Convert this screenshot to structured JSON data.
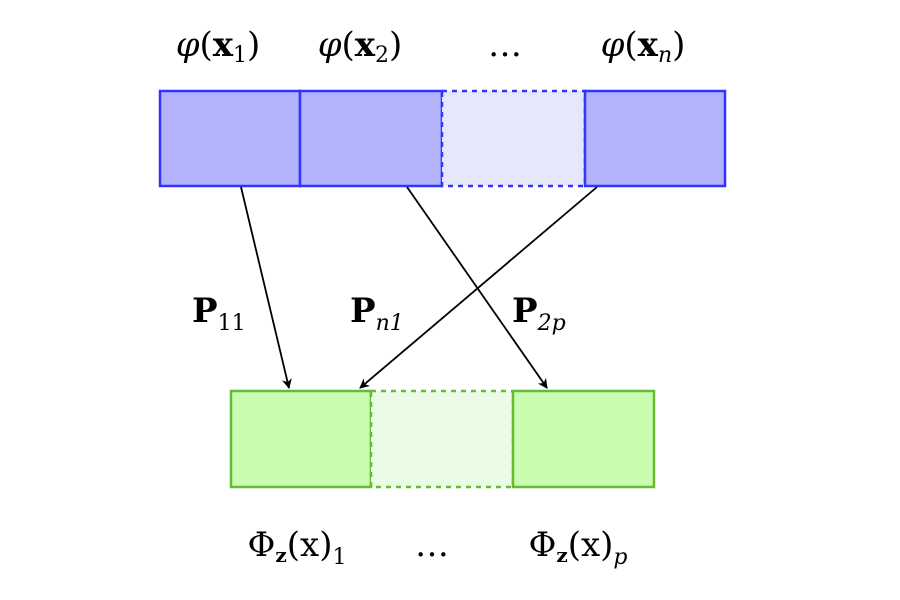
{
  "colors": {
    "blue_stroke": "#3333ff",
    "blue_fill": "#b3b3fc",
    "blue_fill_light": "#e6e6fc",
    "green_stroke": "#66bb33",
    "green_fill": "#c9fcb0",
    "green_fill_light": "#ebfce6",
    "arrow": "#000000"
  },
  "top_labels": [
    {
      "fn": "φ",
      "open": "(",
      "var": "x",
      "sub": "1",
      "close": ")"
    },
    {
      "fn": "φ",
      "open": "(",
      "var": "x",
      "sub": "2",
      "close": ")"
    },
    {
      "text": "…"
    },
    {
      "fn": "φ",
      "open": "(",
      "var": "x",
      "sub": "n",
      "close": ")"
    }
  ],
  "arrow_labels": [
    {
      "main": "P",
      "sub": "11"
    },
    {
      "main": "P",
      "sub": "n1"
    },
    {
      "main": "P",
      "sub": "2p"
    }
  ],
  "bottom_labels": [
    {
      "fn": "Φ",
      "fn_sub": "z",
      "arg": "(x)",
      "sub": "1"
    },
    {
      "text": "…"
    },
    {
      "fn": "Φ",
      "fn_sub": "z",
      "arg": "(x)",
      "sub": "p"
    }
  ]
}
